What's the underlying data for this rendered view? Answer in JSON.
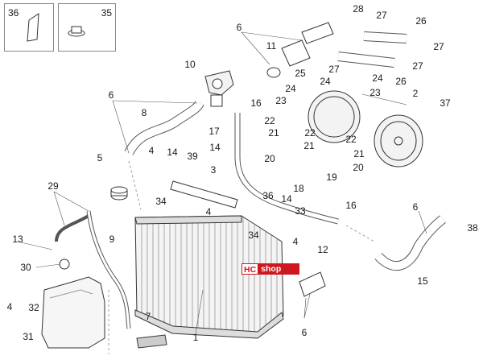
{
  "insets": {
    "left": {
      "number": "36"
    },
    "right": {
      "number": "35"
    }
  },
  "watermark": {
    "part1": "HC",
    "part2": "shop"
  },
  "callouts": [
    {
      "id": "c28",
      "text": "28"
    },
    {
      "id": "c27a",
      "text": "27"
    },
    {
      "id": "c26a",
      "text": "26"
    },
    {
      "id": "c6a",
      "text": "6"
    },
    {
      "id": "c11",
      "text": "11"
    },
    {
      "id": "c27b",
      "text": "27"
    },
    {
      "id": "c27c",
      "text": "27"
    },
    {
      "id": "c25",
      "text": "25"
    },
    {
      "id": "c27d",
      "text": "27"
    },
    {
      "id": "c26b",
      "text": "26"
    },
    {
      "id": "c10",
      "text": "10"
    },
    {
      "id": "c24a",
      "text": "24"
    },
    {
      "id": "c24b",
      "text": "24"
    },
    {
      "id": "c24c",
      "text": "24"
    },
    {
      "id": "c23a",
      "text": "23"
    },
    {
      "id": "c23b",
      "text": "23"
    },
    {
      "id": "c2",
      "text": "2"
    },
    {
      "id": "c37",
      "text": "37"
    },
    {
      "id": "c6b",
      "text": "6"
    },
    {
      "id": "c16a",
      "text": "16"
    },
    {
      "id": "c8",
      "text": "8"
    },
    {
      "id": "c22a",
      "text": "22"
    },
    {
      "id": "c21a",
      "text": "21"
    },
    {
      "id": "c17",
      "text": "17"
    },
    {
      "id": "c22b",
      "text": "22"
    },
    {
      "id": "c22c",
      "text": "22"
    },
    {
      "id": "c21b",
      "text": "21"
    },
    {
      "id": "c14a",
      "text": "14"
    },
    {
      "id": "c21c",
      "text": "21"
    },
    {
      "id": "c20a",
      "text": "20"
    },
    {
      "id": "c20b",
      "text": "20"
    },
    {
      "id": "c4a",
      "text": "4"
    },
    {
      "id": "c14b",
      "text": "14"
    },
    {
      "id": "c39",
      "text": "39"
    },
    {
      "id": "c5",
      "text": "5"
    },
    {
      "id": "c19",
      "text": "19"
    },
    {
      "id": "c3",
      "text": "3"
    },
    {
      "id": "c18",
      "text": "18"
    },
    {
      "id": "c29",
      "text": "29"
    },
    {
      "id": "c34a",
      "text": "34"
    },
    {
      "id": "c36",
      "text": "36"
    },
    {
      "id": "c14c",
      "text": "14"
    },
    {
      "id": "c16b",
      "text": "16"
    },
    {
      "id": "c6c",
      "text": "6"
    },
    {
      "id": "c4b",
      "text": "4"
    },
    {
      "id": "c33",
      "text": "33"
    },
    {
      "id": "c38",
      "text": "38"
    },
    {
      "id": "c9",
      "text": "9"
    },
    {
      "id": "c34b",
      "text": "34"
    },
    {
      "id": "c13",
      "text": "13"
    },
    {
      "id": "c4c",
      "text": "4"
    },
    {
      "id": "c12",
      "text": "12"
    },
    {
      "id": "c30",
      "text": "30"
    },
    {
      "id": "c15",
      "text": "15"
    },
    {
      "id": "c4d",
      "text": "4"
    },
    {
      "id": "c32",
      "text": "32"
    },
    {
      "id": "c6d",
      "text": "6"
    },
    {
      "id": "c7",
      "text": "7"
    },
    {
      "id": "c1",
      "text": "1"
    },
    {
      "id": "c31",
      "text": "31"
    }
  ]
}
